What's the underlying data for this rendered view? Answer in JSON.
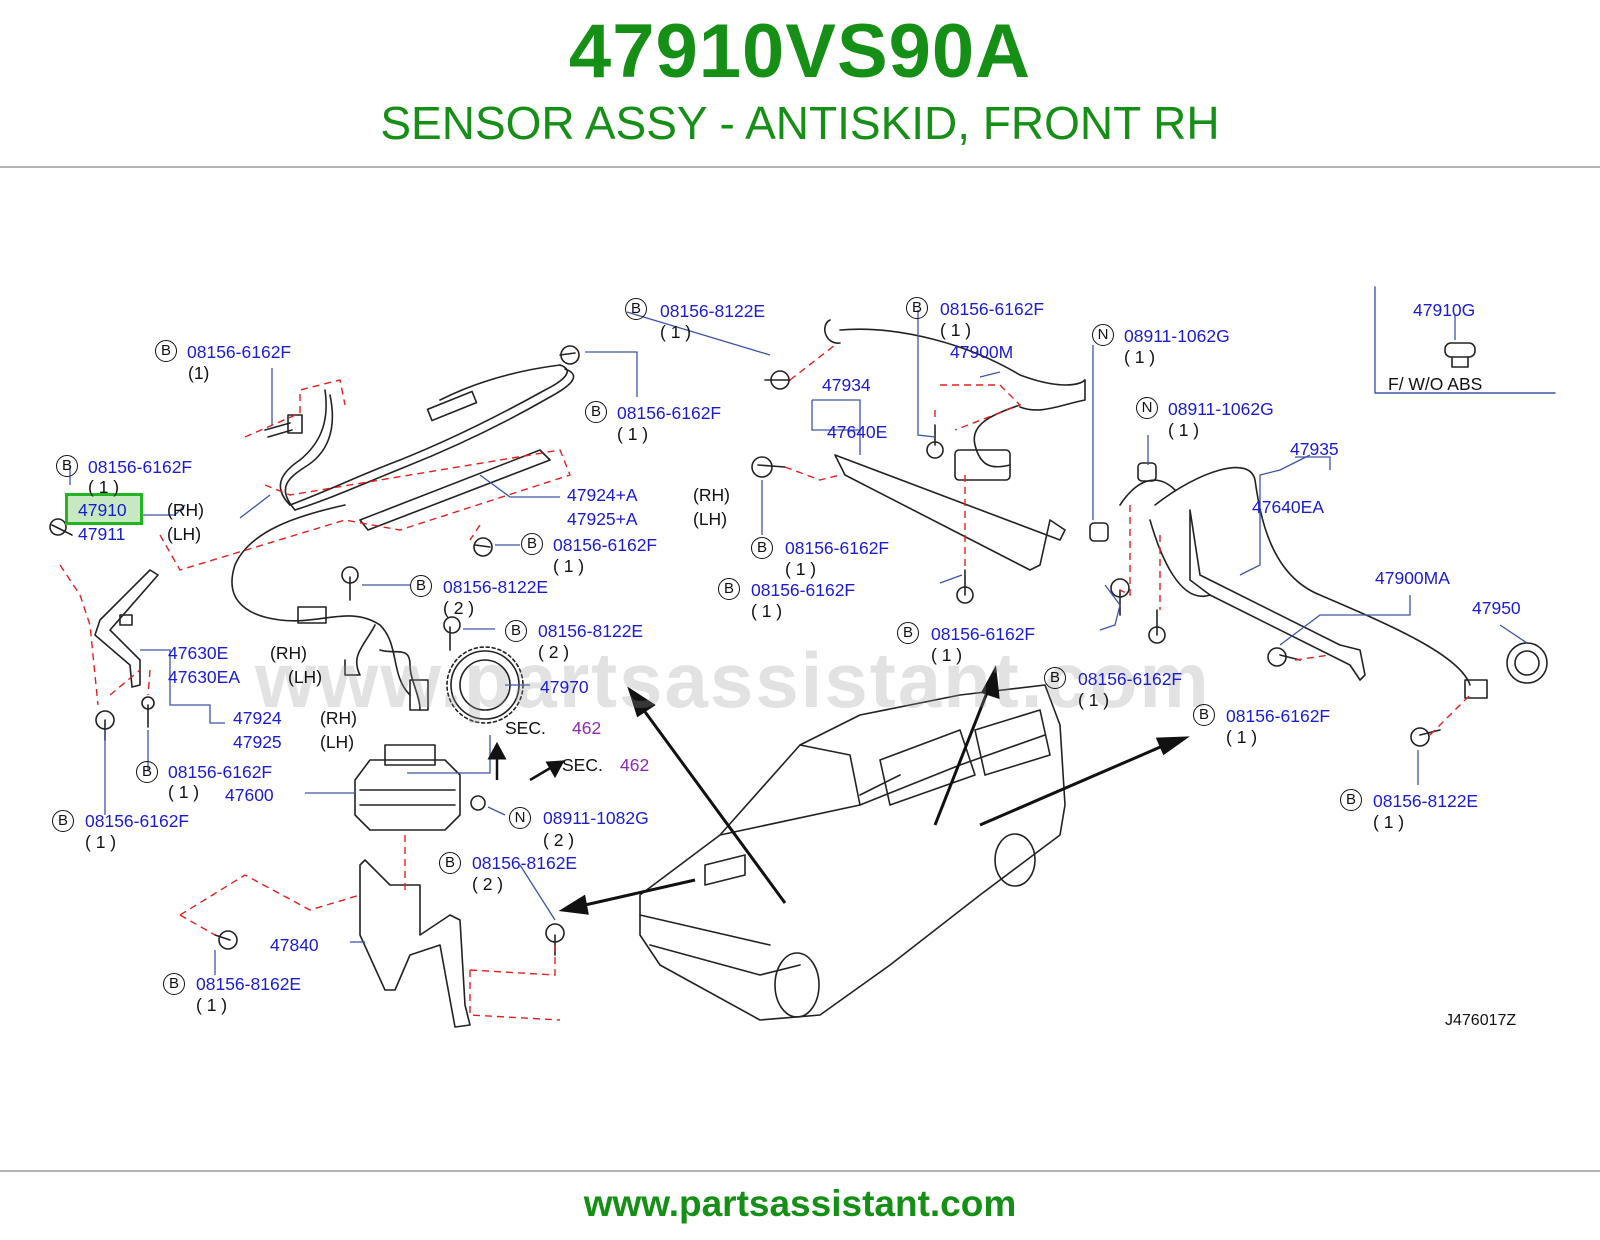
{
  "header": {
    "part_number": "47910VS90A",
    "description": "SENSOR ASSY - ANTISKID, FRONT RH"
  },
  "diagram": {
    "watermark": "www.partsassistant.com",
    "diagram_code": "J476017Z",
    "inset_part": "47910G",
    "inset_note": "F/  W/O  ABS",
    "sec_label": "SEC.",
    "sec_number": "462",
    "rh": "(RH)",
    "lh": "(LH)",
    "b": "B",
    "n": "N",
    "q1": "( 1 )",
    "q1b": "(1)",
    "q2": "( 2 )",
    "parts": {
      "p47910": "47910",
      "p47911": "47911",
      "p47924A": "47924+A",
      "p47925A": "47925+A",
      "p47630E": "47630E",
      "p47630EA": "47630EA",
      "p47924": "47924",
      "p47925": "47925",
      "p47600": "47600",
      "p47840": "47840",
      "p47970": "47970",
      "p47934": "47934",
      "p47640E": "47640E",
      "p47900M": "47900M",
      "p47935": "47935",
      "p47640EA": "47640EA",
      "p47900MA": "47900MA",
      "p47950": "47950"
    },
    "bolts": {
      "b6162F": "08156-6162F",
      "b8122E": "08156-8122E",
      "b8162E": "08156-8162E",
      "n1062G": "08911-1062G",
      "n1082G": "08911-1082G"
    }
  },
  "footer": {
    "website": "www.partsassistant.com"
  },
  "colors": {
    "brand_green": "#168f16",
    "label_blue": "#1b1bd0",
    "highlight_green": "#1fb61f",
    "leader_red": "#e02020",
    "sec_purple": "#8e2bb0"
  }
}
